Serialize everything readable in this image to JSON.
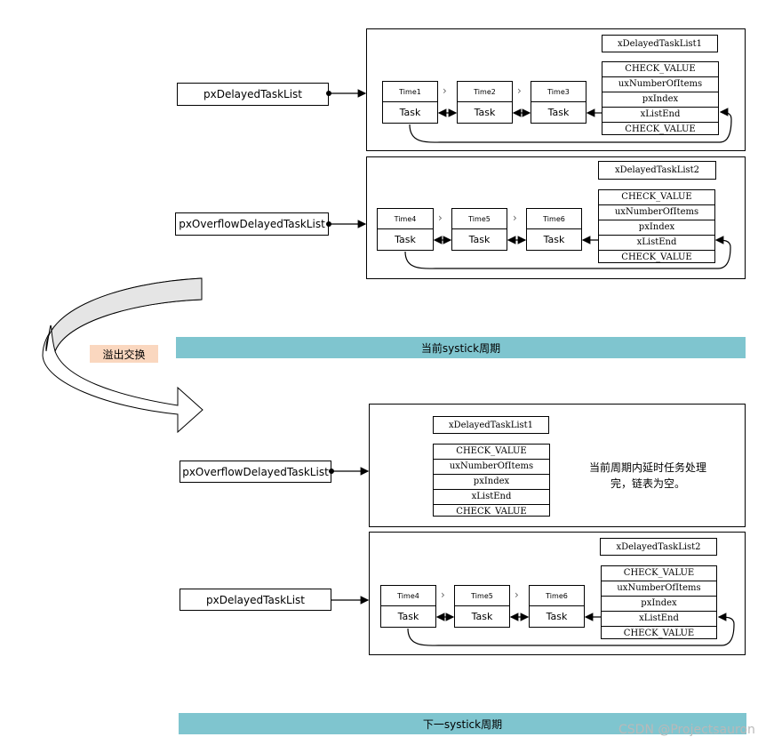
{
  "d1": {
    "ptr": "pxDelayedTaskList",
    "list": "xDelayedTaskList1",
    "fields": [
      "CHECK_VALUE",
      "uxNumberOfItems",
      "pxIndex",
      "xListEnd",
      "CHECK_VALUE"
    ],
    "items": [
      {
        "time": "Time1",
        "task": "Task"
      },
      {
        "time": "Time2",
        "task": "Task"
      },
      {
        "time": "Time3",
        "task": "Task"
      }
    ]
  },
  "d2": {
    "ptr": "pxOverflowDelayedTaskList",
    "list": "xDelayedTaskList2",
    "fields": [
      "CHECK_VALUE",
      "uxNumberOfItems",
      "pxIndex",
      "xListEnd",
      "CHECK_VALUE"
    ],
    "items": [
      {
        "time": "Time4",
        "task": "Task"
      },
      {
        "time": "Time5",
        "task": "Task"
      },
      {
        "time": "Time6",
        "task": "Task"
      }
    ]
  },
  "swap_label": "溢出交换",
  "band1": "当前systick周期",
  "d3": {
    "ptr": "pxOverflowDelayedTaskList",
    "list": "xDelayedTaskList1",
    "fields": [
      "CHECK_VALUE",
      "uxNumberOfItems",
      "pxIndex",
      "xListEnd",
      "CHECK_VALUE"
    ],
    "note_line1": "当前周期内延时任务处理",
    "note_line2": "完，链表为空。"
  },
  "d4": {
    "ptr": "pxDelayedTaskList",
    "list": "xDelayedTaskList2",
    "fields": [
      "CHECK_VALUE",
      "uxNumberOfItems",
      "pxIndex",
      "xListEnd",
      "CHECK_VALUE"
    ],
    "items": [
      {
        "time": "Time4",
        "task": "Task"
      },
      {
        "time": "Time5",
        "task": "Task"
      },
      {
        "time": "Time6",
        "task": "Task"
      }
    ]
  },
  "band2": "下一systick周期",
  "watermark": "CSDN @Projectsauron"
}
